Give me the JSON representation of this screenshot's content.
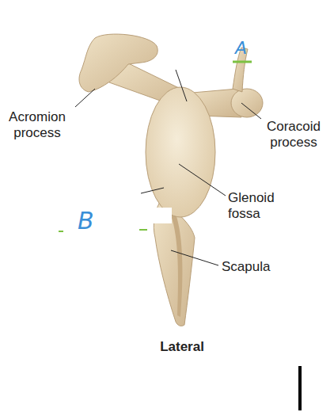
{
  "diagram": {
    "labels": [
      "Acromion process",
      "A",
      "Coracoid process",
      "Glenoid fossa",
      "B",
      "Scapula",
      "Lateral"
    ]
  }
}
